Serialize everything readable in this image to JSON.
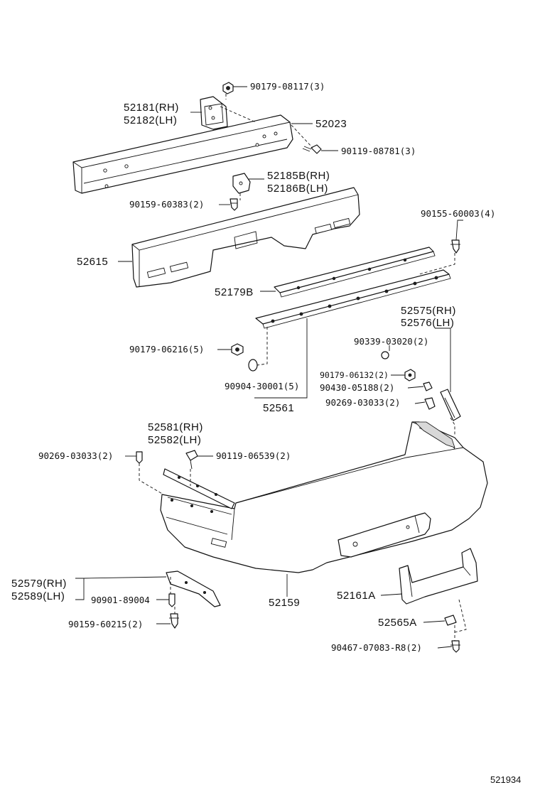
{
  "labels": {
    "p90179_08117": "90179-08117(3)",
    "p52181": "52181(RH)",
    "p52182": "52182(LH)",
    "p52023": "52023",
    "p90119_08781": "90119-08781(3)",
    "p52185b": "52185B(RH)",
    "p52186b": "52186B(LH)",
    "p90159_60383": "90159-60383(2)",
    "p90155_60003": "90155-60003(4)",
    "p52615": "52615",
    "p52179b": "52179B",
    "p52575": "52575(RH)",
    "p52576": "52576(LH)",
    "p90339_03020": "90339-03020(2)",
    "p90179_06216": "90179-06216(5)",
    "p90179_06132": "90179-06132(2)",
    "p90430_05188": "90430-05188(2)",
    "p90904_30001": "90904-30001(5)",
    "p90269_03033_r": "90269-03033(2)",
    "p52561": "52561",
    "p52581": "52581(RH)",
    "p52582": "52582(LH)",
    "p90269_03033_l": "90269-03033(2)",
    "p90119_06539": "90119-06539(2)",
    "p52579": "52579(RH)",
    "p52589": "52589(LH)",
    "p90901_89004": "90901-89004",
    "p52159": "52159",
    "p52161a": "52161A",
    "p90159_60215": "90159-60215(2)",
    "p52565a": "52565A",
    "p90467_07083": "90467-07083-R8(2)",
    "figure_id": "521934"
  }
}
